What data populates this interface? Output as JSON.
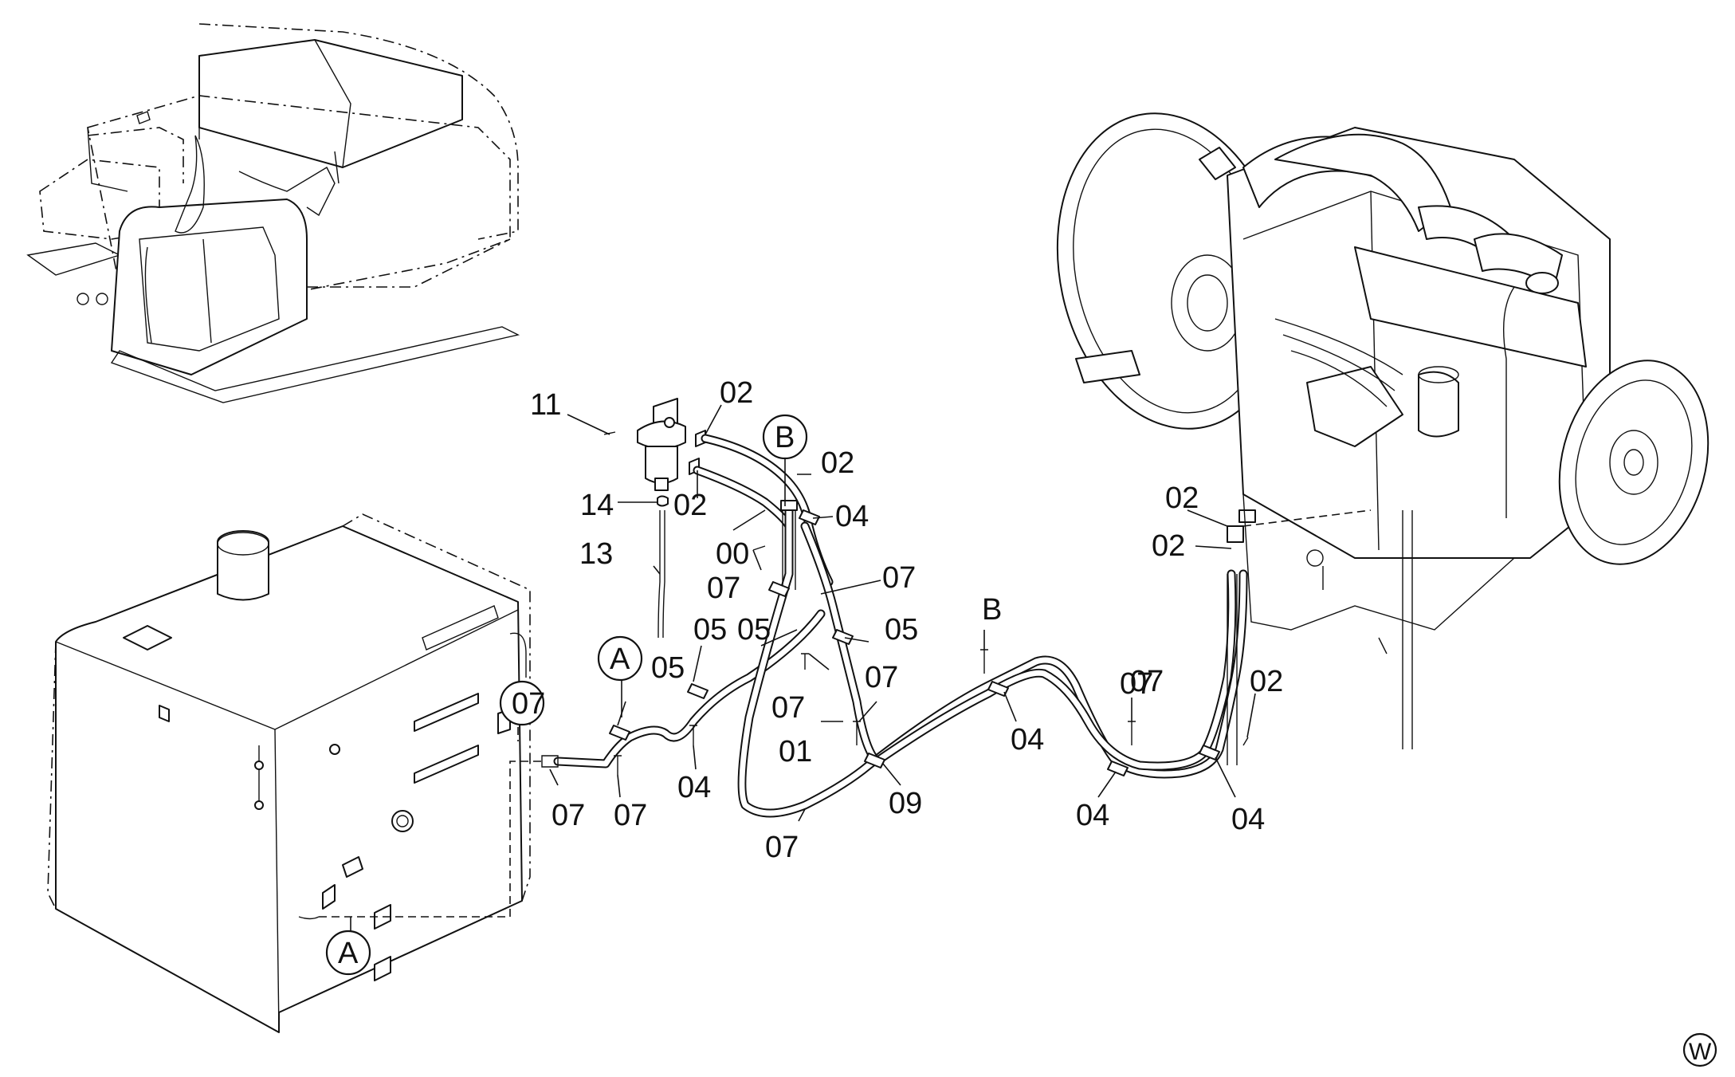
{
  "diagram": {
    "callouts": [
      {
        "id": "c-11",
        "text": "11"
      },
      {
        "id": "c-02a",
        "text": "02"
      },
      {
        "id": "c-B1",
        "text": "B"
      },
      {
        "id": "c-02b",
        "text": "02"
      },
      {
        "id": "c-14",
        "text": "14"
      },
      {
        "id": "c-02c",
        "text": "02"
      },
      {
        "id": "c-04a",
        "text": "04"
      },
      {
        "id": "c-13",
        "text": "13"
      },
      {
        "id": "c-00",
        "text": "00"
      },
      {
        "id": "c-07a",
        "text": "07"
      },
      {
        "id": "c-07b",
        "text": "07"
      },
      {
        "id": "c-05a",
        "text": "05"
      },
      {
        "id": "c-05b",
        "text": "05"
      },
      {
        "id": "c-05c",
        "text": "05"
      },
      {
        "id": "c-A1",
        "text": "A"
      },
      {
        "id": "c-05d",
        "text": "05"
      },
      {
        "id": "c-B2",
        "text": "B"
      },
      {
        "id": "c-07c",
        "text": "07"
      },
      {
        "id": "c-07d",
        "text": "07"
      },
      {
        "id": "c-07e",
        "text": "07"
      },
      {
        "id": "c-01",
        "text": "01"
      },
      {
        "id": "c-07f",
        "text": "07"
      },
      {
        "id": "c-04b",
        "text": "04"
      },
      {
        "id": "c-02d",
        "text": "02"
      },
      {
        "id": "c-07g",
        "text": "07"
      },
      {
        "id": "c-07h",
        "text": "07"
      },
      {
        "id": "c-04c",
        "text": "04"
      },
      {
        "id": "c-09",
        "text": "09"
      },
      {
        "id": "c-07i",
        "text": "07"
      },
      {
        "id": "c-04d",
        "text": "04"
      },
      {
        "id": "c-07j",
        "text": "07"
      },
      {
        "id": "c-04e",
        "text": "04"
      },
      {
        "id": "c-02e",
        "text": "02"
      },
      {
        "id": "c-02f",
        "text": "02"
      },
      {
        "id": "c-A2",
        "text": "A"
      },
      {
        "id": "c-W",
        "text": "W"
      }
    ]
  }
}
